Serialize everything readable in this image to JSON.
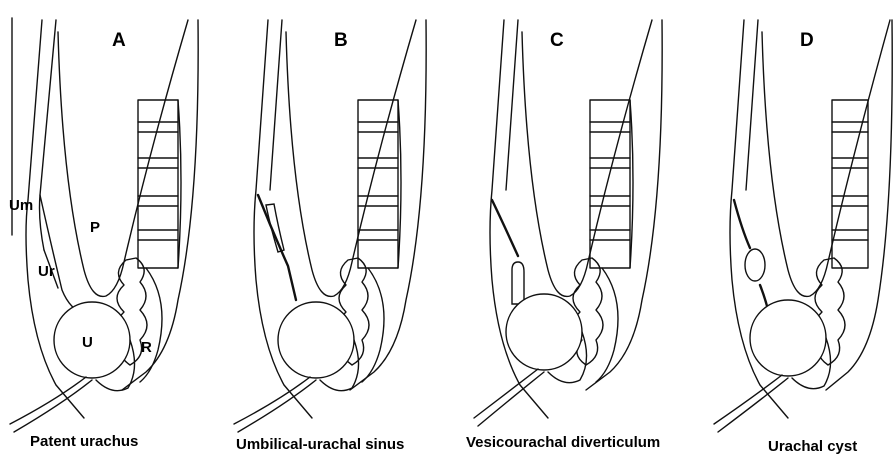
{
  "panels": [
    {
      "letter": "A",
      "caption": "Patent urachus",
      "labels": {
        "umbilicus": "Um",
        "urachus": "Ur",
        "peritoneum": "P",
        "bladder": "U",
        "rectum": "R"
      }
    },
    {
      "letter": "B",
      "caption": "Umbilical-urachal sinus"
    },
    {
      "letter": "C",
      "caption": "Vesicourachal diverticulum"
    },
    {
      "letter": "D",
      "caption": "Urachal cyst"
    }
  ]
}
